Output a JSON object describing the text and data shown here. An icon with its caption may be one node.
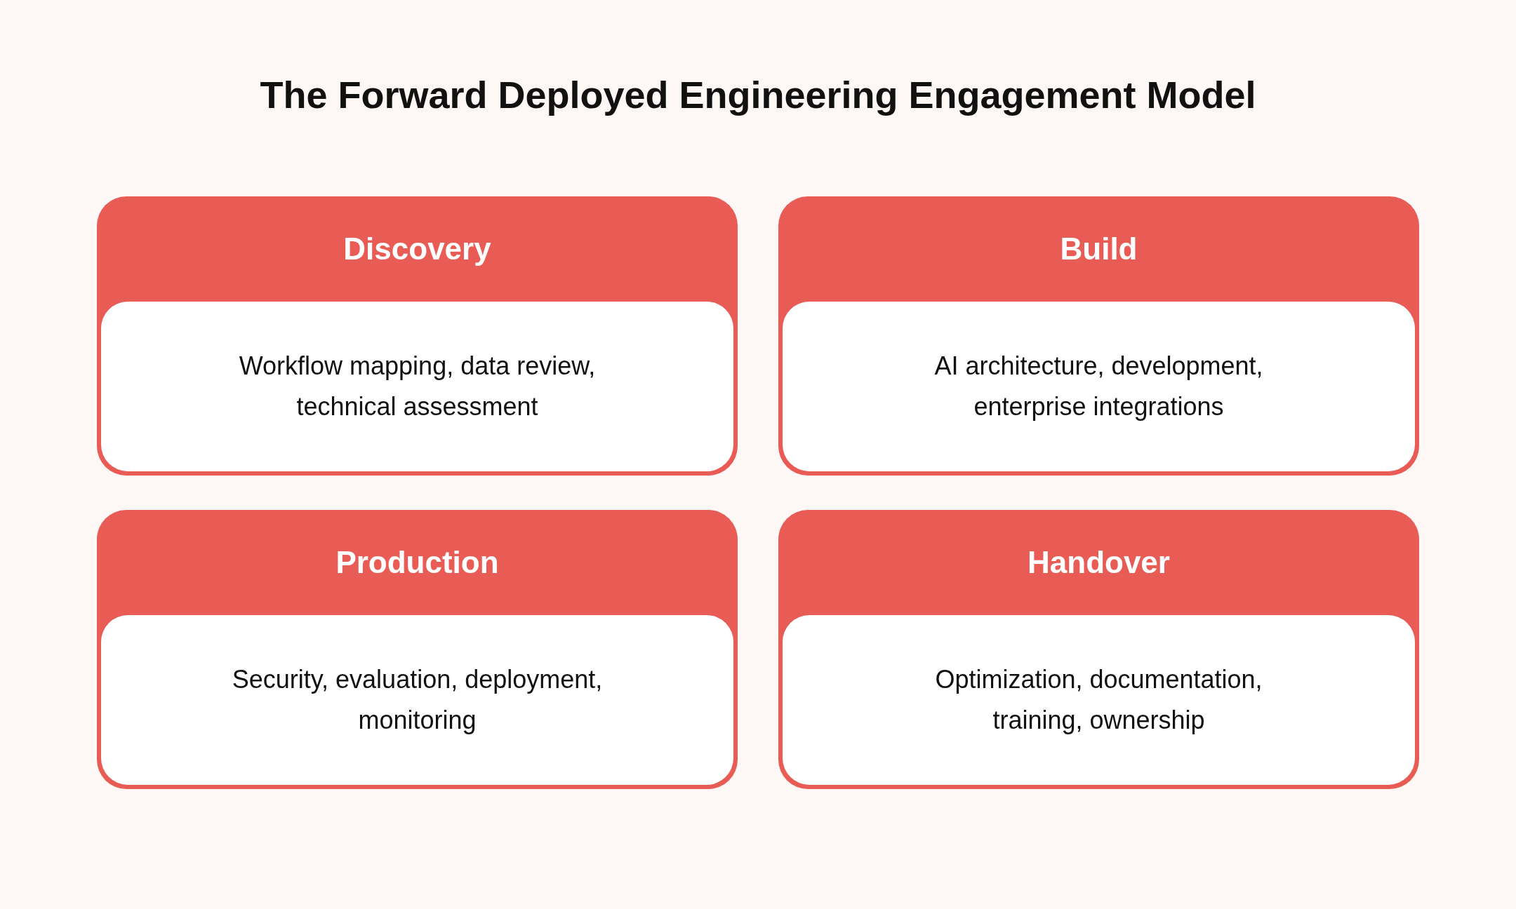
{
  "diagram": {
    "title": "The Forward Deployed Engineering Engagement Model",
    "nodes": [
      {
        "text": [
          "Discovery",
          "Workflow mapping, data review, technical assessment"
        ]
      },
      {
        "text": [
          "Build",
          "AI architecture, development, enterprise integrations"
        ]
      },
      {
        "text": [
          "Production",
          "Security, evaluation, deployment, monitoring"
        ]
      },
      {
        "text": [
          "Handover",
          "Optimization, documentation, training, ownership"
        ]
      }
    ]
  }
}
